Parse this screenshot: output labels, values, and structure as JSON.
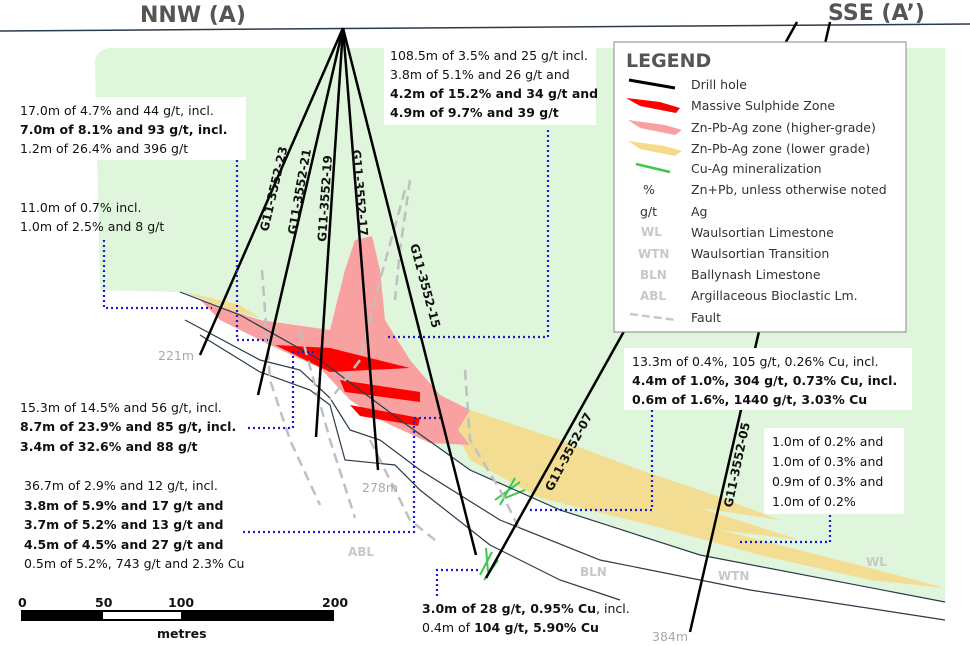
{
  "section": {
    "left_label": "NNW (A)",
    "right_label": "SSE (A’)"
  },
  "drill_holes": [
    {
      "id": "G11-3552-23",
      "depth": "221m"
    },
    {
      "id": "G11-3552-21",
      "depth": ""
    },
    {
      "id": "G11-3552-19",
      "depth": ""
    },
    {
      "id": "G11-3552-17",
      "depth": "278m"
    },
    {
      "id": "G11-3552-15",
      "depth": ""
    },
    {
      "id": "G11-3552-07",
      "depth": ""
    },
    {
      "id": "G11-3552-05",
      "depth": "384m"
    }
  ],
  "formations": {
    "wl": "WL",
    "wtn": "WTN",
    "bln": "BLN",
    "abl": "ABL"
  },
  "intercepts": {
    "hole15": [
      "108.5m of 3.5% and 25 g/t incl.",
      "3.8m of 5.1% and 26 g/t and",
      "4.2m of 15.2% and 34 g/t and",
      "4.9m of 9.7% and 39 g/t"
    ],
    "hole23": [
      "17.0m of 4.7% and 44 g/t, incl.",
      "7.0m of 8.1% and 93 g/t, incl.",
      "1.2m of 26.4% and 396 g/t"
    ],
    "hole23b": [
      "11.0m of 0.7% incl.",
      "1.0m of 2.5% and 8 g/t"
    ],
    "hole21": [
      "15.3m of 14.5% and 56 g/t, incl.",
      "8.7m of 23.9% and 85 g/t, incl.",
      "3.4m of 32.6% and 88 g/t"
    ],
    "hole17": [
      "36.7m of 2.9% and 12 g/t, incl.",
      "3.8m of 5.9% and 17 g/t and",
      "3.7m of 5.2% and 13 g/t and",
      "4.5m of 4.5% and 27 g/t and",
      "0.5m of 5.2%, 743 g/t and 2.3% Cu"
    ],
    "hole07": [
      "13.3m of 0.4%, 105 g/t, 0.26% Cu, incl.",
      "4.4m of 1.0%, 304 g/t, 0.73% Cu, incl.",
      "0.6m of 1.6%, 1440 g/t, 3.03% Cu"
    ],
    "hole05": [
      "1.0m of 0.2% and",
      "1.0m of 0.3% and",
      "0.9m of 0.3% and",
      "1.0m of 0.2%"
    ],
    "hole15cu": {
      "line1_bold": "3.0m of 28 g/t, 0.95% Cu",
      "line1_rest": ", incl.",
      "line2_start": "0.4m of ",
      "line2_bold": "104 g/t, 5.90% Cu"
    }
  },
  "legend": {
    "title": "LEGEND",
    "items": [
      "Drill hole",
      "Massive Sulphide Zone",
      "Zn-Pb-Ag zone (higher-grade)",
      "Zn-Pb-Ag zone (lower grade)",
      "Cu-Ag mineralization",
      "Zn+Pb, unless otherwise noted",
      "Ag",
      "Waulsortian Limestone",
      "Waulsortian Transition",
      "Ballynash Limestone",
      "Argillaceous Bioclastic Lm.",
      "Fault"
    ],
    "symbols": {
      "pct": "%",
      "gt": "g/t",
      "wl": "WL",
      "wtn": "WTN",
      "bln": "BLN",
      "abl": "ABL"
    }
  },
  "scale": {
    "ticks": [
      "0",
      "50",
      "100",
      "200"
    ],
    "unit": "metres"
  },
  "colors": {
    "green": "#dff5dc",
    "massive": "#ff0000",
    "pink": "#f9a0a0",
    "yellow": "#f5da8a",
    "cu": "#3cc84a",
    "callout": "#1a1ad0"
  }
}
